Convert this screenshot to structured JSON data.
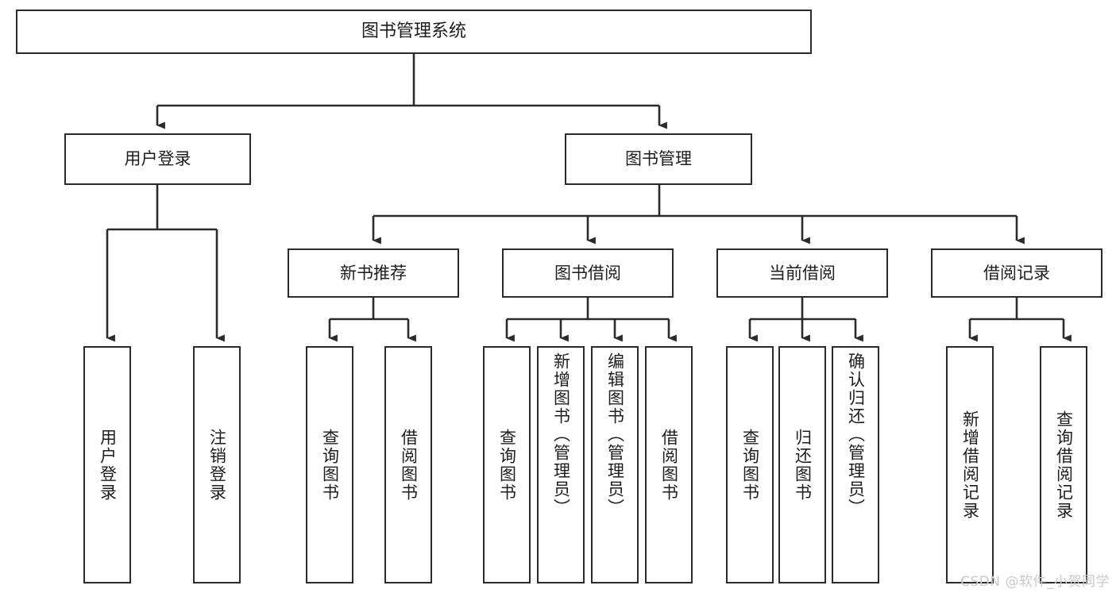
{
  "diagram": {
    "title": "图书管理系统",
    "type": "tree-hierarchy-diagram",
    "watermark": "CSDN @软件_小贺同学",
    "colors": {
      "box_border": "#2b2b2b",
      "box_fill": "#ffffff",
      "text": "#1d1d1d",
      "edge": "#2b2b2b",
      "watermark": "#c9c9c9",
      "background": "#ffffff"
    },
    "levels": {
      "root": {
        "label": "图书管理系统"
      },
      "level1": [
        {
          "label": "用户登录"
        },
        {
          "label": "图书管理"
        }
      ],
      "level2": [
        {
          "label": "新书推荐"
        },
        {
          "label": "图书借阅"
        },
        {
          "label": "当前借阅"
        },
        {
          "label": "借阅记录"
        }
      ],
      "leaves": [
        {
          "label": "用户登录",
          "parent": "用户登录"
        },
        {
          "label": "注销登录",
          "parent": "用户登录"
        },
        {
          "label": "查询图书",
          "parent": "新书推荐"
        },
        {
          "label": "借阅图书",
          "parent": "新书推荐"
        },
        {
          "label": "查询图书",
          "parent": "图书借阅"
        },
        {
          "label": "新增图书（管理员）",
          "parent": "图书借阅"
        },
        {
          "label": "编辑图书（管理员）",
          "parent": "图书借阅"
        },
        {
          "label": "借阅图书",
          "parent": "图书借阅"
        },
        {
          "label": "查询图书",
          "parent": "当前借阅"
        },
        {
          "label": "归还图书",
          "parent": "当前借阅"
        },
        {
          "label": "确认归还（管理员）",
          "parent": "当前借阅"
        },
        {
          "label": "新增借阅记录",
          "parent": "借阅记录"
        },
        {
          "label": "查询借阅记录",
          "parent": "借阅记录"
        }
      ]
    }
  }
}
